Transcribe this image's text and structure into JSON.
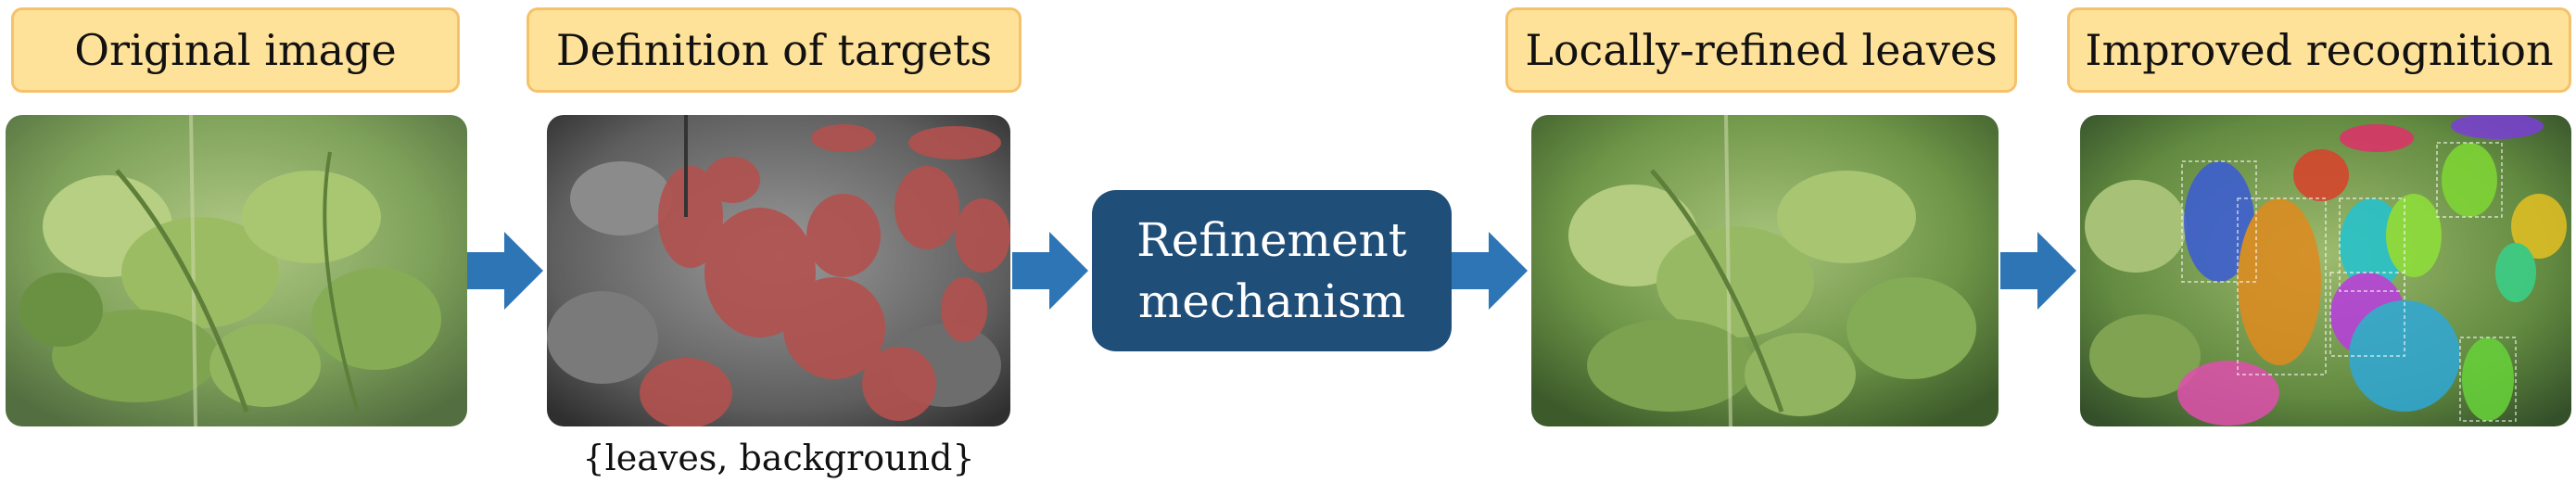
{
  "stages": [
    {
      "label": "Original image"
    },
    {
      "label": "Definition of targets"
    },
    {
      "label": "Locally-refined leaves"
    },
    {
      "label": "Improved recognition"
    }
  ],
  "mechanism": {
    "line1": "Refinement",
    "line2": "mechanism"
  },
  "caption": "{leaves, background}",
  "colors": {
    "label_fill": "#FFE29A",
    "label_border": "#F5C26B",
    "arrow": "#2E75B6",
    "mechanism_fill": "#1F4E79",
    "target_overlay": "#C0504D"
  }
}
